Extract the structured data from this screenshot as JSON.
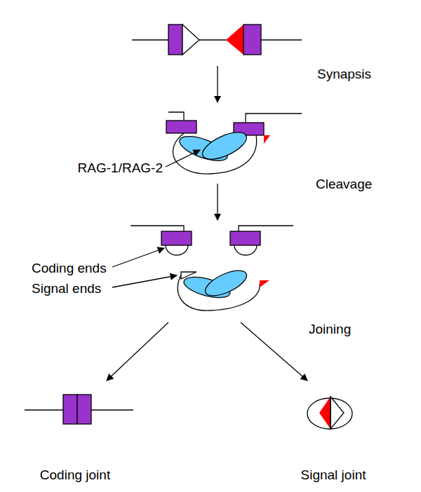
{
  "diagram": {
    "labels": [
      "Synapsis",
      "RAG-1/RAG-2",
      "Cleavage",
      "Coding ends",
      "Signal ends",
      "Joining",
      "Coding joint",
      "Signal joint"
    ]
  }
}
